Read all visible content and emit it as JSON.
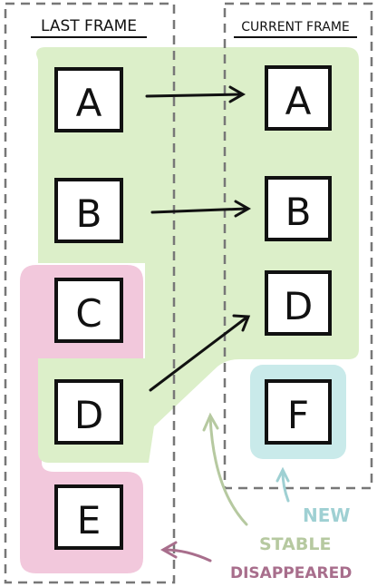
{
  "headers": {
    "last_frame": "LAST FRAME",
    "current_frame": "CURRENT FRAME"
  },
  "last_frame_boxes": [
    "A",
    "B",
    "C",
    "D",
    "E"
  ],
  "current_frame_boxes": [
    "A",
    "B",
    "D",
    "F"
  ],
  "legend": {
    "new": "NEW",
    "stable": "STABLE",
    "disappeared": "DISAPPEARED"
  },
  "colors": {
    "stable_fill": "#dcefc9",
    "disappeared_fill": "#f2c8dc",
    "new_fill": "#c9eaea",
    "new_text": "#9fd0d3",
    "stable_text": "#b6c9a0",
    "disappeared_text": "#a86e8c",
    "ink": "#111111",
    "frame_border": "#777777"
  }
}
